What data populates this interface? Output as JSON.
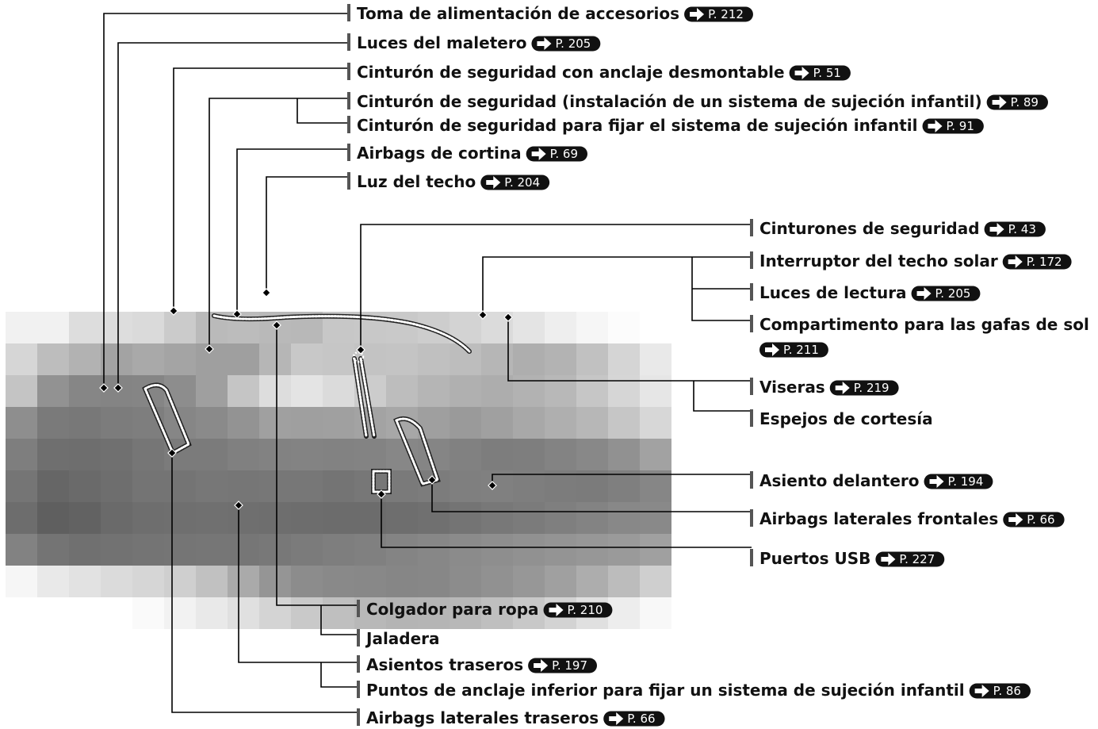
{
  "labels": {
    "accessory_socket": "Toma de alimentación de accesorios",
    "cargo_light": "Luces del maletero",
    "detachable_belt": "Cinturón de seguridad con anclaje desmontable",
    "belt_child_install": "Cinturón de seguridad (instalación de un sistema de sujeción infantil)",
    "belt_child_secure": "Cinturón de seguridad para fijar el sistema de sujeción infantil",
    "curtain_airbags": "Airbags de cortina",
    "ceiling_light": "Luz del techo",
    "seat_belts": "Cinturones de seguridad",
    "moonroof_switch": "Interruptor del techo solar",
    "map_lights": "Luces de lectura",
    "sunglasses_holder": "Compartimento para las gafas de sol",
    "sun_visors": "Viseras",
    "vanity_mirrors": "Espejos de cortesía",
    "front_seat": "Asiento delantero",
    "front_side_airbags": "Airbags laterales frontales",
    "usb_ports": "Puertos USB",
    "coat_hook": "Colgador para ropa",
    "grab_handle": "Jaladera",
    "rear_seats": "Asientos traseros",
    "lower_anchors": "Puntos de anclaje inferior para fijar un sistema de sujeción infantil",
    "rear_side_airbags": "Airbags laterales traseros"
  },
  "page_refs": {
    "accessory_socket": "P. 212",
    "cargo_light": "P. 205",
    "detachable_belt": "P. 51",
    "belt_child_install": "P. 89",
    "belt_child_secure": "P. 91",
    "curtain_airbags": "P. 69",
    "ceiling_light": "P. 204",
    "seat_belts": "P. 43",
    "moonroof_switch": "P. 172",
    "map_lights": "P. 205",
    "sunglasses_holder": "P. 211",
    "sun_visors": "P. 219",
    "front_seat": "P. 194",
    "front_side_airbags": "P. 66",
    "usb_ports": "P. 227",
    "coat_hook": "P. 210",
    "rear_seats": "P. 197",
    "lower_anchors": "P. 86",
    "rear_side_airbags": "P. 66"
  },
  "icons": {
    "page_ref": "arrow-right-icon",
    "pointer_dot": "diamond-icon"
  }
}
